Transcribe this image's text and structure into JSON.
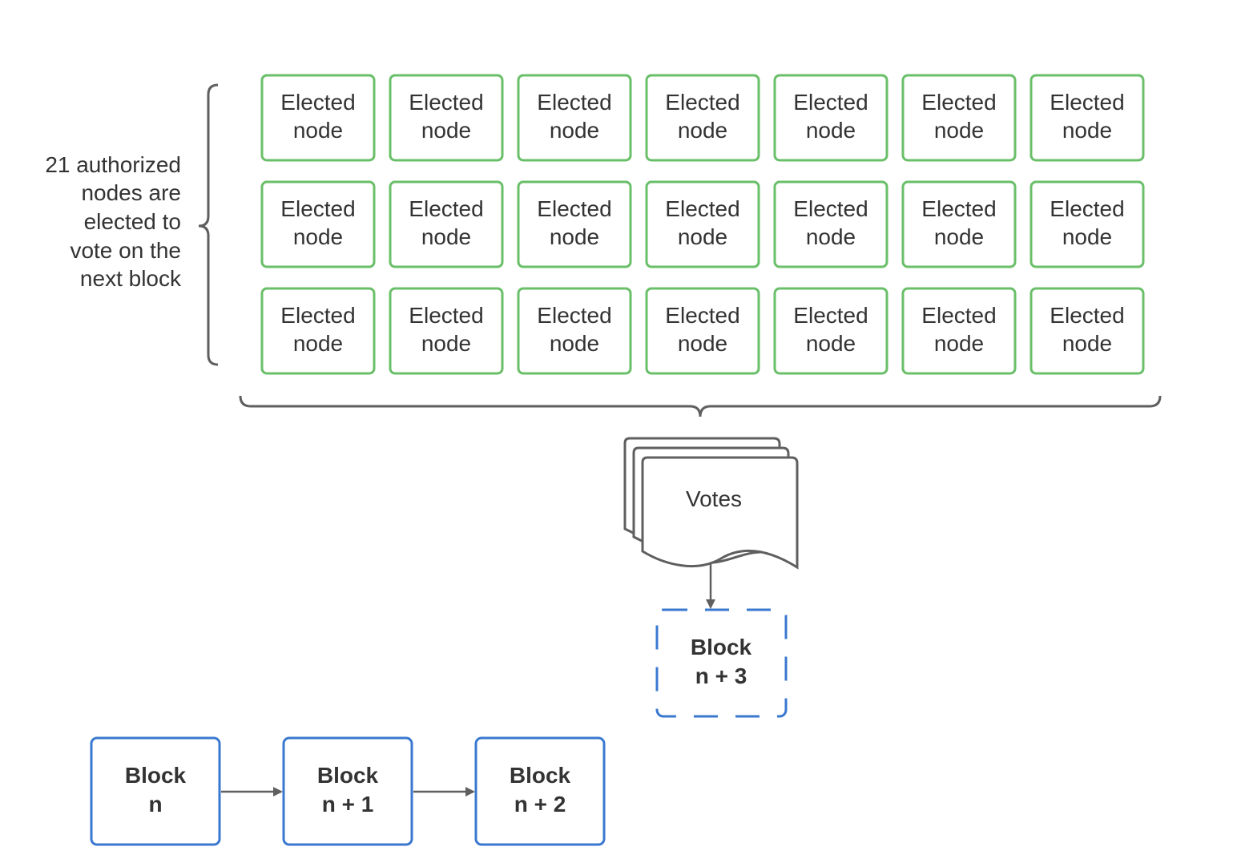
{
  "side_label": {
    "lines": [
      "21 authorized",
      "nodes are",
      "elected to",
      "vote on the",
      "next block"
    ]
  },
  "elected_nodes": [
    {
      "line1": "Elected",
      "line2": "node"
    },
    {
      "line1": "Elected",
      "line2": "node"
    },
    {
      "line1": "Elected",
      "line2": "node"
    },
    {
      "line1": "Elected",
      "line2": "node"
    },
    {
      "line1": "Elected",
      "line2": "node"
    },
    {
      "line1": "Elected",
      "line2": "node"
    },
    {
      "line1": "Elected",
      "line2": "node"
    },
    {
      "line1": "Elected",
      "line2": "node"
    },
    {
      "line1": "Elected",
      "line2": "node"
    },
    {
      "line1": "Elected",
      "line2": "node"
    },
    {
      "line1": "Elected",
      "line2": "node"
    },
    {
      "line1": "Elected",
      "line2": "node"
    },
    {
      "line1": "Elected",
      "line2": "node"
    },
    {
      "line1": "Elected",
      "line2": "node"
    },
    {
      "line1": "Elected",
      "line2": "node"
    },
    {
      "line1": "Elected",
      "line2": "node"
    },
    {
      "line1": "Elected",
      "line2": "node"
    },
    {
      "line1": "Elected",
      "line2": "node"
    },
    {
      "line1": "Elected",
      "line2": "node"
    },
    {
      "line1": "Elected",
      "line2": "node"
    },
    {
      "line1": "Elected",
      "line2": "node"
    }
  ],
  "votes": {
    "label": "Votes"
  },
  "pending_block": {
    "line1": "Block",
    "line2": "n + 3"
  },
  "chain": [
    {
      "line1": "Block",
      "line2": "n"
    },
    {
      "line1": "Block",
      "line2": "n + 1"
    },
    {
      "line1": "Block",
      "line2": "n + 2"
    }
  ],
  "colors": {
    "node_border": "#6abf69",
    "block_border": "#3a78d0",
    "connector": "#5f5f5f",
    "text": "#333333"
  }
}
